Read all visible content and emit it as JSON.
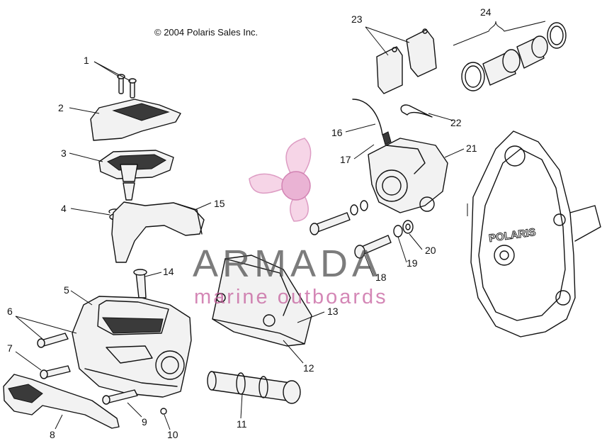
{
  "copyright": "© 2004 Polaris Sales Inc.",
  "watermark": {
    "title": "ARMADA",
    "subtitle": "marine outboards",
    "color_primary": "#4a4a4a",
    "color_accent": "#c45a9a"
  },
  "brand_mark": "POLARIS",
  "callouts": [
    "1",
    "2",
    "3",
    "4",
    "5",
    "6",
    "7",
    "8",
    "9",
    "10",
    "11",
    "12",
    "13",
    "14",
    "15",
    "16",
    "17",
    "18",
    "19",
    "20",
    "21",
    "22",
    "23",
    "24"
  ]
}
